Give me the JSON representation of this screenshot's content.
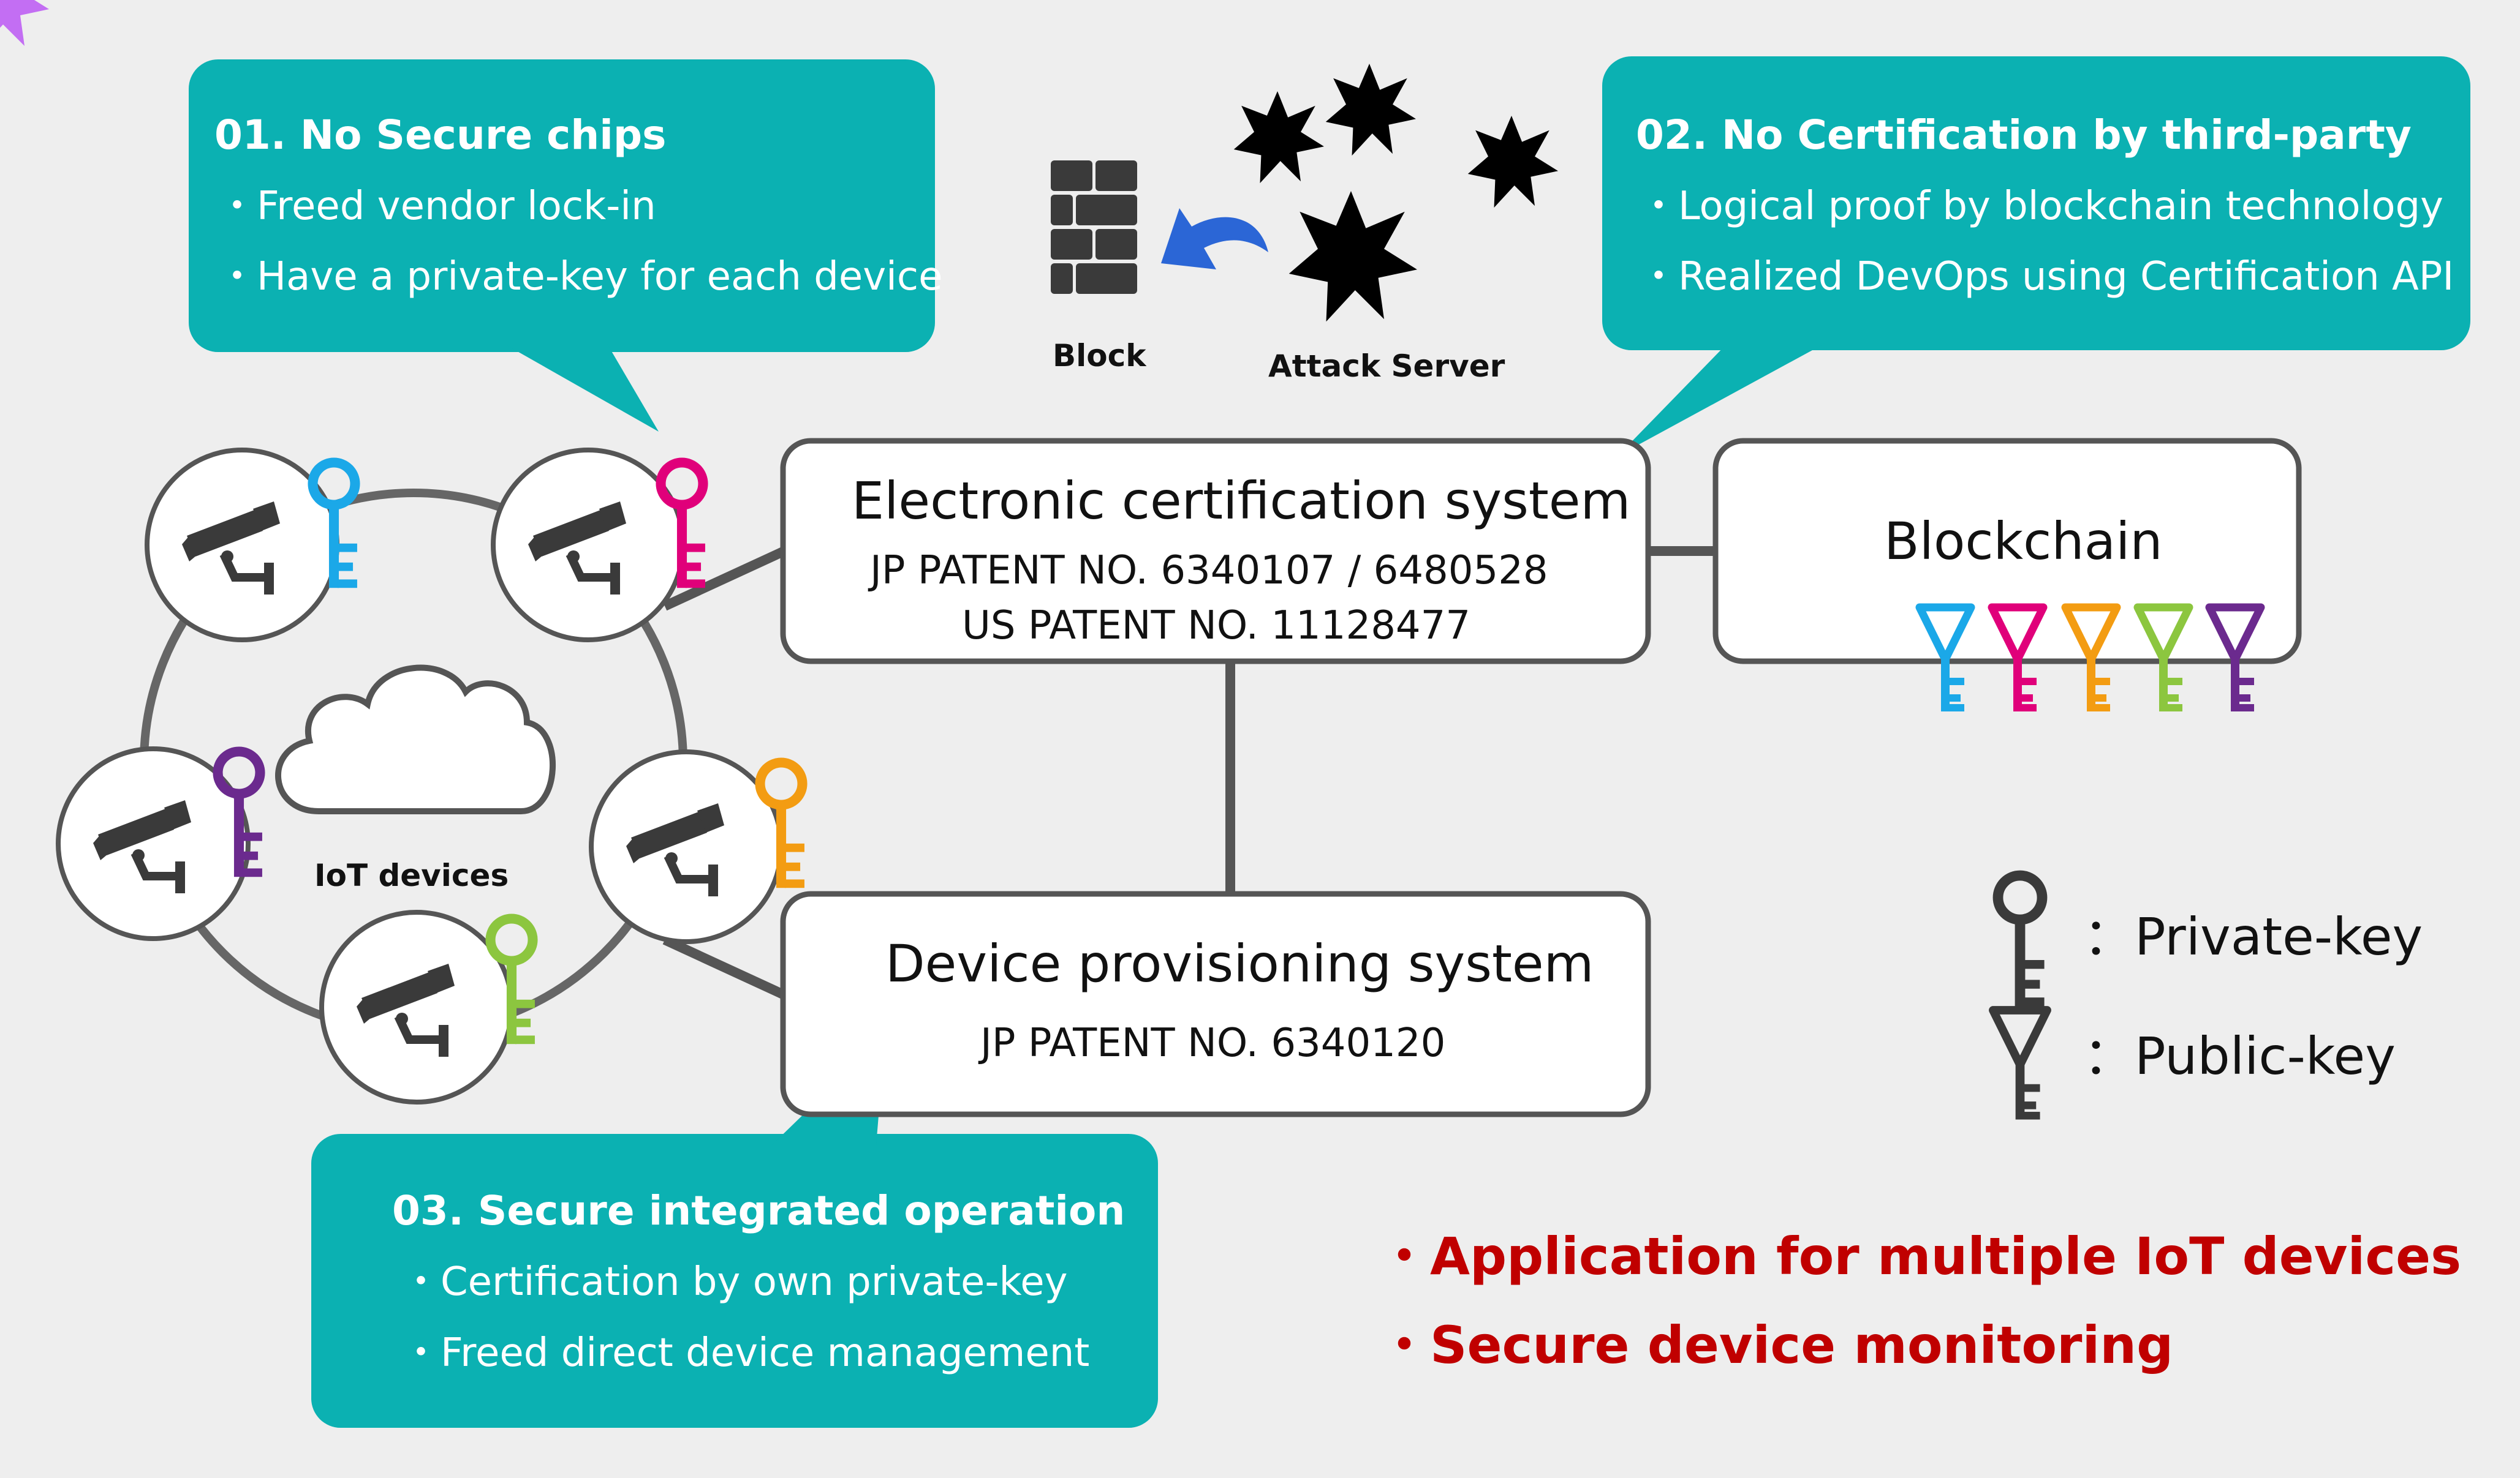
{
  "colors": {
    "background": "#eeeeee",
    "teal": "#0bb1b2",
    "star": "#c36ef3",
    "line": "#555555",
    "red": "#c00000",
    "key_cyan": "#1ba8e8",
    "key_magenta": "#e0007a",
    "key_orange": "#f39c12",
    "key_green": "#8cc63f",
    "key_purple": "#6b2a8e",
    "key_gray": "#3a3a3a"
  },
  "bubbles": [
    {
      "title": "01. No Secure chips",
      "items": [
        "・Freed vendor lock-in",
        "・Have a private-key for each device"
      ]
    },
    {
      "title": "02. No Certification by third-party",
      "items": [
        "・Logical proof by blockchain technology",
        "・Realized DevOps using Certification API"
      ]
    },
    {
      "title": "03. Secure integrated operation",
      "items": [
        "・Certification by own private-key",
        "・Freed direct device management"
      ]
    }
  ],
  "attack": {
    "block_label": "Block",
    "server_label": "Attack Server",
    "icons": [
      "brick-wall-icon",
      "curved-arrow-icon",
      "starburst-icon"
    ]
  },
  "cert_system": {
    "title": "Electronic certification system",
    "patents": [
      "JP PATENT NO. 6340107 / 6480528",
      "US PATENT NO. 11128477"
    ]
  },
  "blockchain": {
    "title": "Blockchain",
    "public_key_colors": [
      "key_cyan",
      "key_magenta",
      "key_orange",
      "key_green",
      "key_purple"
    ]
  },
  "provisioning": {
    "title": "Device provisioning system",
    "patent": "JP PATENT NO. 6340120"
  },
  "iot": {
    "label": "IoT devices",
    "device_icon": "security-camera-icon",
    "center_icon": "cloud-icon",
    "device_key_colors": [
      "key_cyan",
      "key_magenta",
      "key_purple",
      "key_orange",
      "key_green"
    ]
  },
  "legend": {
    "private_key": "：Private-key",
    "public_key": "：Public-key"
  },
  "highlights": [
    "・Application for multiple IoT devices",
    "・Secure device monitoring"
  ]
}
